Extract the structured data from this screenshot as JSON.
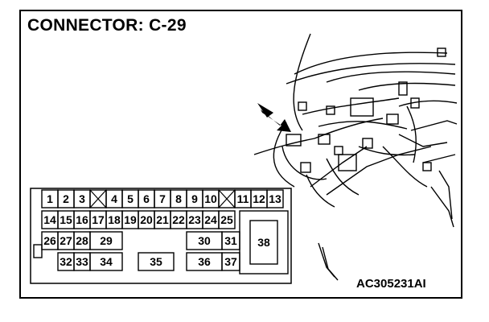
{
  "title": "CONNECTOR: C-29",
  "figure_code": "AC305231AI",
  "connector": {
    "row1": [
      "1",
      "2",
      "3",
      "4",
      "5",
      "6",
      "7",
      "8",
      "9",
      "10",
      "11",
      "12",
      "13"
    ],
    "row2": [
      "14",
      "15",
      "16",
      "17",
      "18",
      "19",
      "20",
      "21",
      "22",
      "23",
      "24",
      "25"
    ],
    "row3": [
      "26",
      "27",
      "28",
      "29",
      "30",
      "31",
      "38"
    ],
    "row4": [
      "32",
      "33",
      "34",
      "35",
      "36",
      "37"
    ]
  },
  "icons": {
    "pointer": "arrow-icon",
    "harness": "wiring-harness-illustration"
  }
}
